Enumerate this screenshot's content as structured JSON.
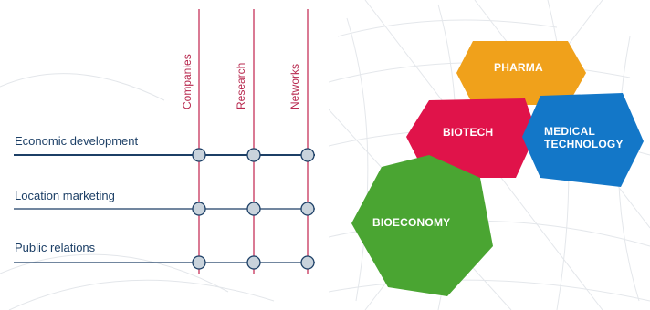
{
  "matrix": {
    "columns": [
      "Companies",
      "Research",
      "Networks"
    ],
    "rows": [
      "Economic development",
      "Location marketing",
      "Public relations"
    ]
  },
  "clusters": {
    "pharma": {
      "label": "PHARMA",
      "color": "#f0a11b"
    },
    "biotech": {
      "label": "BIOTECH",
      "color": "#e0134a"
    },
    "medical_technology": {
      "label_line1": "MEDICAL",
      "label_line2": "TECHNOLOGY",
      "color": "#1377c8"
    },
    "bioeconomy": {
      "label": "BIOECONOMY",
      "color": "#4aa532"
    }
  },
  "colors": {
    "line_red": "#c6325a",
    "line_blue": "#1c3f66",
    "node_fill": "#c9d3dc",
    "node_stroke": "#1c3f66"
  }
}
